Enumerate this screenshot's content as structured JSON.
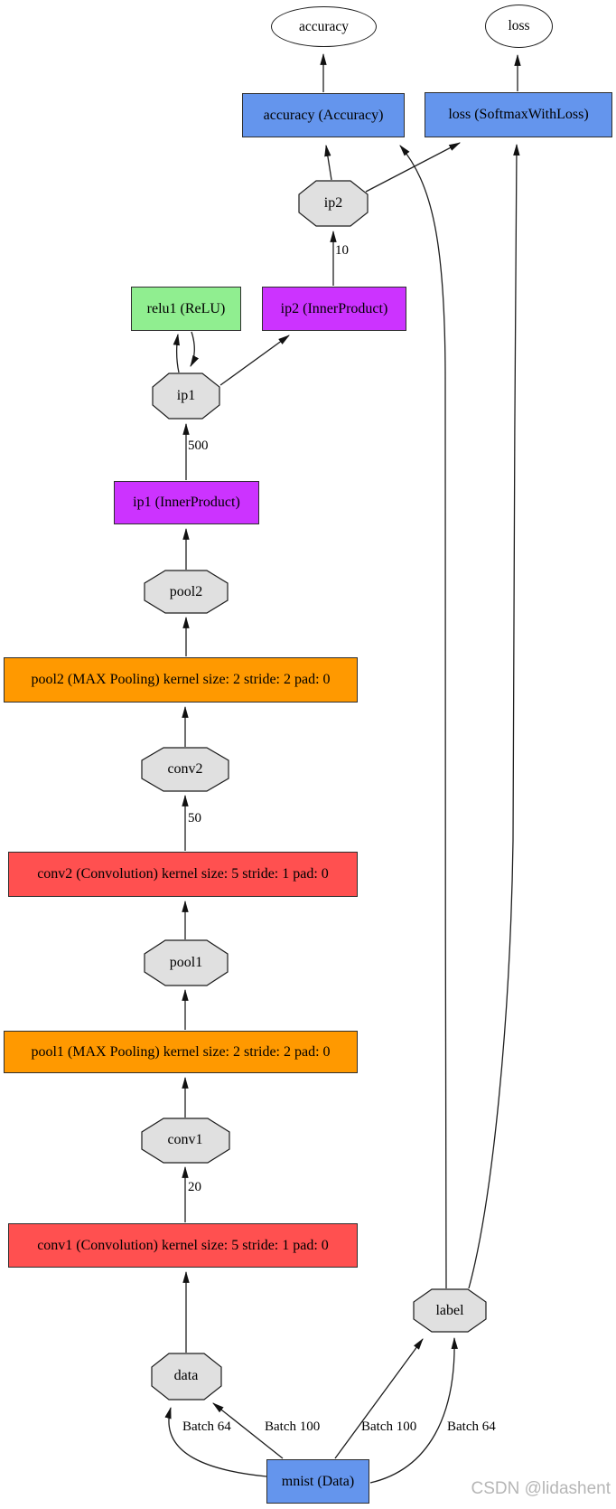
{
  "diagram": {
    "nodes": {
      "accuracy_output": "accuracy",
      "loss_output": "loss",
      "accuracy_layer": "accuracy (Accuracy)",
      "loss_layer": "loss (SoftmaxWithLoss)",
      "ip2_blob": "ip2",
      "ip2_layer": "ip2 (InnerProduct)",
      "relu1_layer": "relu1 (ReLU)",
      "ip1_blob": "ip1",
      "ip1_layer": "ip1 (InnerProduct)",
      "pool2_blob": "pool2",
      "pool2_layer": "pool2 (MAX Pooling) kernel size: 2 stride: 2 pad: 0",
      "conv2_blob": "conv2",
      "conv2_layer": "conv2 (Convolution) kernel size: 5 stride: 1 pad: 0",
      "pool1_blob": "pool1",
      "pool1_layer": "pool1 (MAX Pooling) kernel size: 2 stride: 2 pad: 0",
      "conv1_blob": "conv1",
      "conv1_layer": "conv1 (Convolution) kernel size: 5 stride: 1 pad: 0",
      "data_blob": "data",
      "label_blob": "label",
      "mnist_layer": "mnist (Data)"
    },
    "edge_labels": {
      "ip2_outputs": "10",
      "ip1_outputs": "500",
      "conv2_outputs": "50",
      "conv1_outputs": "20",
      "mnist_to_data_train": "Batch 64",
      "mnist_to_data_test": "Batch 100",
      "mnist_to_label_test": "Batch 100",
      "mnist_to_label_train": "Batch 64"
    },
    "colors": {
      "data_layer": "#6495ED",
      "convolution_layer": "#FF5050",
      "pooling_layer": "#FF9900",
      "inner_product_layer": "#CC33FF",
      "relu_layer": "#90EE90",
      "blob_node": "#E0E0E0"
    }
  },
  "watermark": "CSDN @lidashent"
}
